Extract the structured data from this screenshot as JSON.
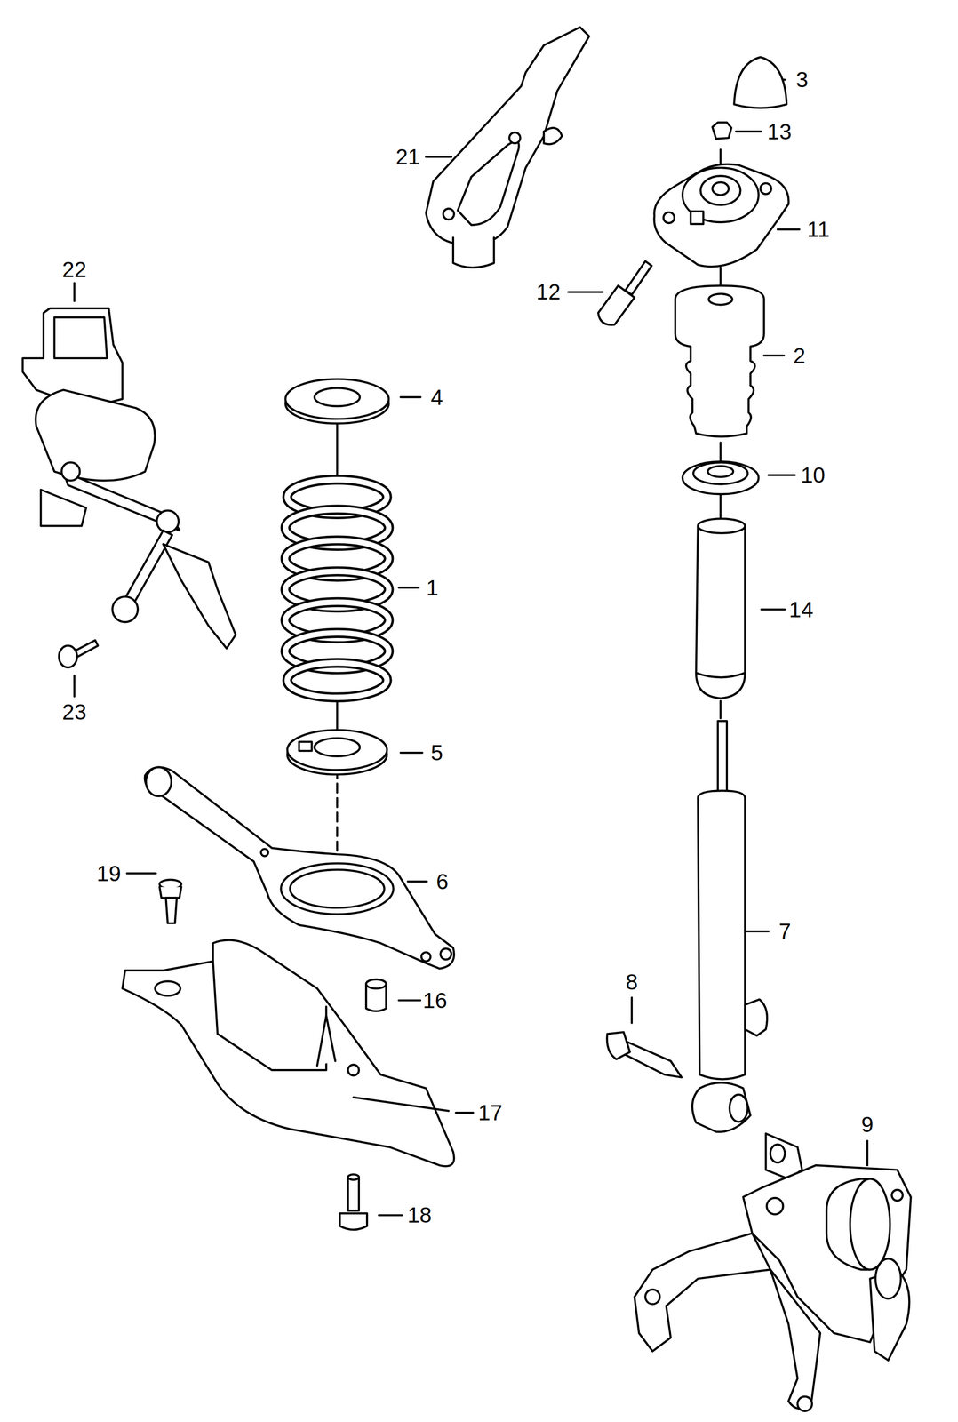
{
  "diagram": {
    "labels": [
      "3",
      "13",
      "21",
      "11",
      "12",
      "22",
      "2",
      "4",
      "10",
      "1",
      "14",
      "23",
      "5",
      "6",
      "19",
      "16",
      "7",
      "8",
      "17",
      "9",
      "18"
    ]
  }
}
